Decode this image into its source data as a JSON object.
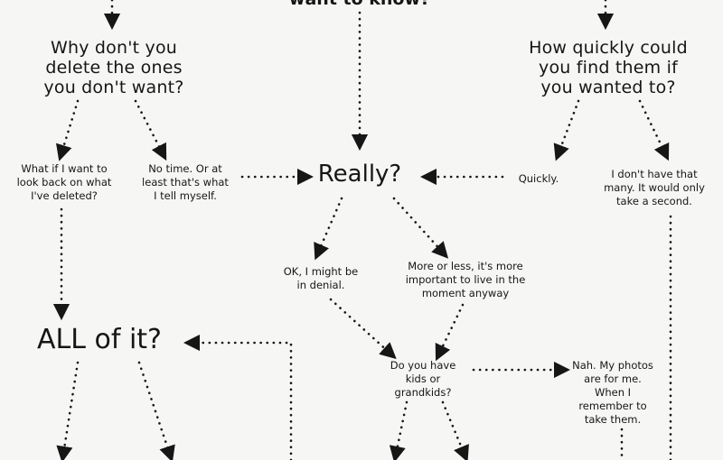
{
  "diagram": {
    "top_fragment": "want to know?",
    "q_delete": "Why don't you\ndelete the ones\nyou don't want?",
    "q_find": "How quickly could\nyou find them if\nyou wanted to?",
    "a_look_back": "What if I want to\nlook back on what\nI've deleted?",
    "a_no_time": "No time. Or at\nleast that's what\nI tell myself.",
    "really": "Really?",
    "a_quickly": "Quickly.",
    "a_not_many": "I don't have that\nmany. It would only\ntake a second.",
    "a_denial": "OK, I might be\nin denial.",
    "a_more_less": "More or less, it's more\nimportant to live in the\nmoment anyway",
    "all_of_it": "ALL of it?",
    "q_kids": "Do you have\nkids or\ngrandkids?",
    "a_nah": "Nah. My photos\nare for me.\nWhen I\nremember to\ntake them."
  },
  "colors": {
    "ink": "#161616",
    "background": "#f6f6f4"
  }
}
